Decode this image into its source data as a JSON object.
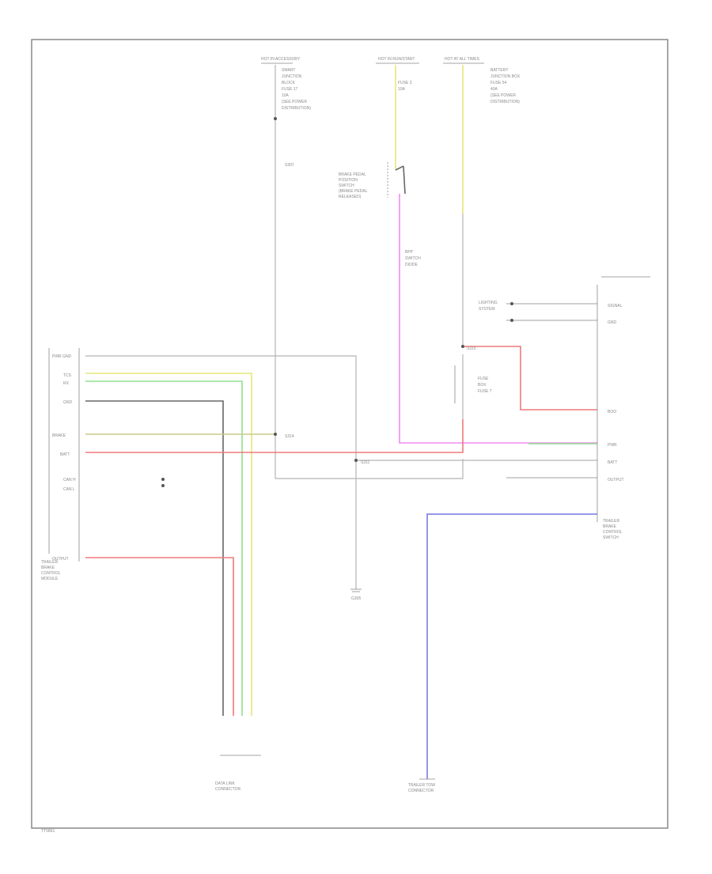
{
  "footer": {
    "code": "TT5861"
  },
  "power": {
    "left": {
      "title": "HOT IN ACCESSORY",
      "lines": [
        "SMART",
        "JUNCTION",
        "BLOCK",
        "FUSE 17",
        "10A",
        "(SEE POWER",
        "DISTRIBUTION)"
      ]
    },
    "middle": {
      "title": "HOT IN RUN/START",
      "fuse": [
        "FUSE 3",
        "10A"
      ]
    },
    "right": {
      "title": "HOT AT ALL TIMES",
      "lines": [
        "BATTERY",
        "JUNCTION BOX",
        "FUSE 54",
        "40A",
        "(SEE POWER",
        "DISTRIBUTION)"
      ]
    }
  },
  "labels": {
    "brake_switch": [
      "BRAKE PEDAL",
      "POSITION",
      "SWITCH",
      "(BRAKE PEDAL",
      "RELEASED)"
    ],
    "diode": [
      "BPP",
      "SWITCH",
      "DIODE"
    ],
    "fuse_box": [
      "FUSE",
      "BOX",
      "FUSE 7"
    ],
    "ground": [
      "G305"
    ],
    "left_module": [
      "TRAILER",
      "BRAKE",
      "CONTROL",
      "MODULE"
    ],
    "dlc": [
      "DATA LINK",
      "CONNECTOR"
    ],
    "trailer_connector": [
      "TRAILER TOW",
      "CONNECTOR"
    ],
    "right_module": [
      "TRAILER",
      "BRAKE",
      "CONTROL",
      "SWITCH"
    ],
    "right_notes": [
      "LIGHTING",
      "SYSTEM"
    ],
    "left_pins": [
      "PWR GND",
      "TCS",
      "RX",
      "GND",
      "BRAKE",
      "BATT",
      "CAN H",
      "CAN L",
      "OUTPUT"
    ],
    "right_pins": [
      "SIGNAL",
      "GND",
      "BOO",
      "PWR",
      "BATT",
      "OUTPUT"
    ],
    "splices": [
      "S314",
      "S311",
      "S315",
      "S307"
    ]
  }
}
